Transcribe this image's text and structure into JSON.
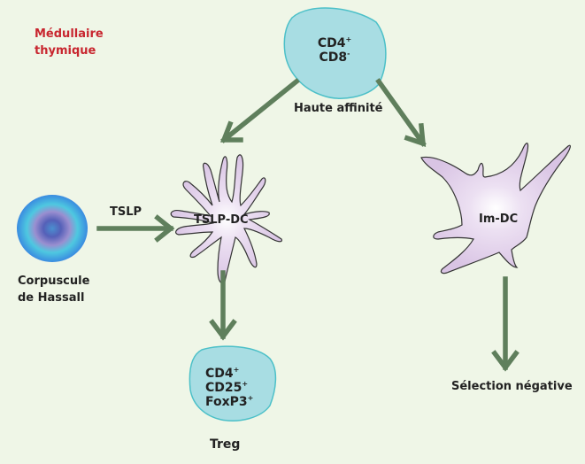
{
  "region_label": [
    "Médullaire",
    "thymique"
  ],
  "top_cell": {
    "lines": [
      {
        "text": "CD4",
        "sup": "+"
      },
      {
        "text": "CD8",
        "sup": "-"
      }
    ],
    "caption": "Haute affinité"
  },
  "hassall": {
    "caption": [
      "Corpuscule",
      "de Hassall"
    ]
  },
  "tslp_arrow_label": "TSLP",
  "tslp_dc": {
    "label": "TSLP-DC"
  },
  "im_dc": {
    "label": "Im-DC"
  },
  "treg_cell": {
    "lines": [
      {
        "text": "CD4",
        "sup": "+"
      },
      {
        "text": "CD25",
        "sup": "+"
      },
      {
        "text": "FoxP3",
        "sup": "+"
      }
    ],
    "caption": "Treg"
  },
  "outcome": "Sélection négative",
  "colors": {
    "background": "#eff6e7",
    "arrow": "#5f7f5c",
    "tcell_fill": "#a8dde3",
    "tcell_stroke": "#4cc0c8",
    "dc_fill": "#dcc8e6",
    "dc_stroke": "#333333",
    "region_text": "#c8262f"
  }
}
